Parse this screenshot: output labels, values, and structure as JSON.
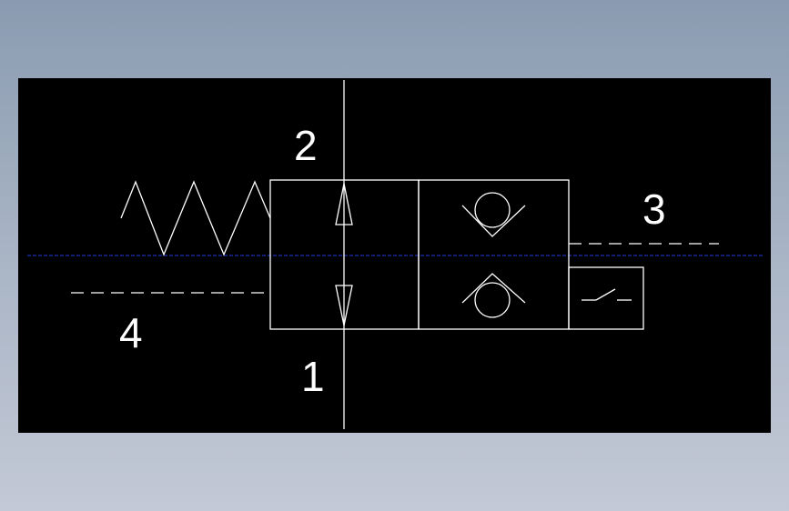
{
  "colors": {
    "canvas": "#000000",
    "stroke": "#ffffff",
    "centerline": "#1f2fb8"
  },
  "ports": {
    "p2": "2",
    "p3": "3",
    "p4": "4",
    "p1": "1"
  },
  "icons": {
    "spring": "spring-icon",
    "flow_arrow_up": "arrow-up-icon",
    "flow_arrow_down": "arrow-down-icon",
    "check_valve_top": "check-valve-icon",
    "check_valve_bottom": "check-valve-icon",
    "switch": "switch-icon"
  }
}
